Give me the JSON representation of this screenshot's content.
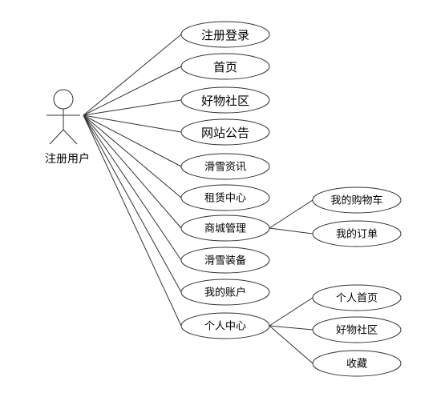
{
  "actor": {
    "label": "注册用户",
    "icon": "stick-figure-actor-icon"
  },
  "use_cases": [
    {
      "id": "register-login",
      "label": "注册登录"
    },
    {
      "id": "home",
      "label": "首页"
    },
    {
      "id": "goods-community",
      "label": "好物社区"
    },
    {
      "id": "site-announcement",
      "label": "网站公告"
    },
    {
      "id": "ski-news",
      "label": "滑雪资讯"
    },
    {
      "id": "rental-center",
      "label": "租赁中心"
    },
    {
      "id": "mall-management",
      "label": "商城管理",
      "children": [
        {
          "id": "my-cart",
          "label": "我的购物车"
        },
        {
          "id": "my-orders",
          "label": "我的订单"
        }
      ]
    },
    {
      "id": "ski-equipment",
      "label": "滑雪装备"
    },
    {
      "id": "my-account",
      "label": "我的账户"
    },
    {
      "id": "personal-center",
      "label": "个人中心",
      "children": [
        {
          "id": "personal-home",
          "label": "个人首页"
        },
        {
          "id": "personal-goods-community",
          "label": "好物社区"
        },
        {
          "id": "favorites",
          "label": "收藏"
        }
      ]
    }
  ]
}
